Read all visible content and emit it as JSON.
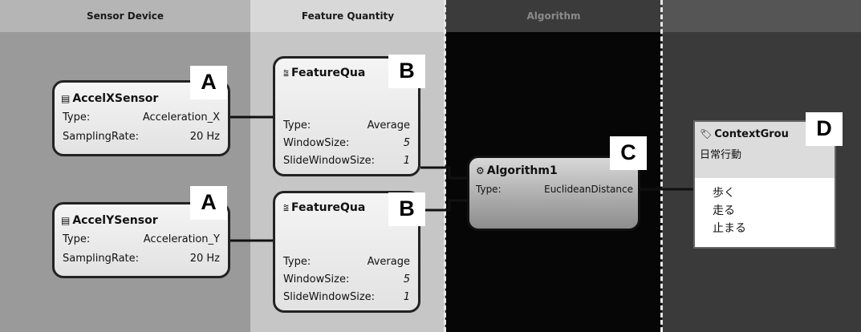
{
  "lanes": {
    "sensor": "Sensor Device",
    "feature": "Feature Quantity",
    "algorithm": "Algorithm",
    "context": ""
  },
  "sensors": [
    {
      "name": "AccelXSensor",
      "letter": "A",
      "rows": [
        {
          "key": "Type:",
          "value": "Acceleration_X"
        },
        {
          "key": "SamplingRate:",
          "value": "20 Hz"
        }
      ]
    },
    {
      "name": "AccelYSensor",
      "letter": "A",
      "rows": [
        {
          "key": "Type:",
          "value": "Acceleration_Y"
        },
        {
          "key": "SamplingRate:",
          "value": "20 Hz"
        }
      ]
    }
  ],
  "features": [
    {
      "name": "FeatureQua",
      "letter": "B",
      "rows": [
        {
          "key": "Type:",
          "value": "Average"
        },
        {
          "key": "WindowSize:",
          "value": "5"
        },
        {
          "key": "SlideWindowSize:",
          "value": "1"
        }
      ]
    },
    {
      "name": "FeatureQua",
      "letter": "B",
      "rows": [
        {
          "key": "Type:",
          "value": "Average"
        },
        {
          "key": "WindowSize:",
          "value": "5"
        },
        {
          "key": "SlideWindowSize:",
          "value": "1"
        }
      ]
    }
  ],
  "algorithm": {
    "name": "Algorithm1",
    "letter": "C",
    "rows": [
      {
        "key": "Type:",
        "value": "EuclideanDistance"
      }
    ]
  },
  "context": {
    "name": "ContextGrou",
    "subtitle": "日常行動",
    "letter": "D",
    "items": [
      "歩く",
      "走る",
      "止まる"
    ]
  },
  "colors": {
    "sensor_lane": "#9a9a9a",
    "feature_lane": "#c6c6c6",
    "algorithm_lane": "#060606",
    "context_lane": "#3a3a3a",
    "node_border": "#222222"
  }
}
